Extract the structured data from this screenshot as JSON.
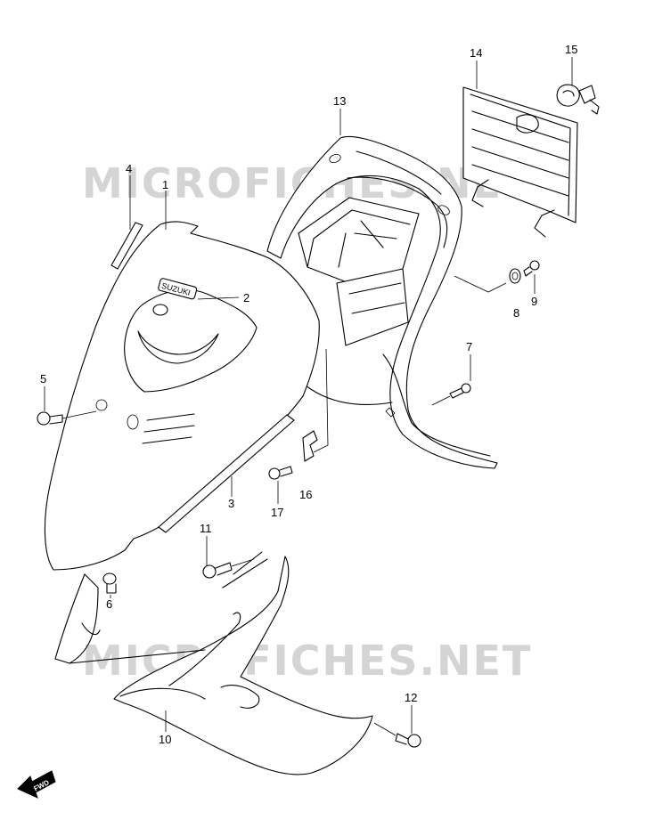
{
  "watermarks": [
    "MICROFICHES.NET",
    "MICROFICHES.NET"
  ],
  "badge_text": "SUZUKI",
  "direction_text": "FWD",
  "callouts": [
    "1",
    "2",
    "3",
    "4",
    "5",
    "6",
    "7",
    "8",
    "9",
    "10",
    "11",
    "12",
    "13",
    "14",
    "15",
    "16",
    "17"
  ]
}
